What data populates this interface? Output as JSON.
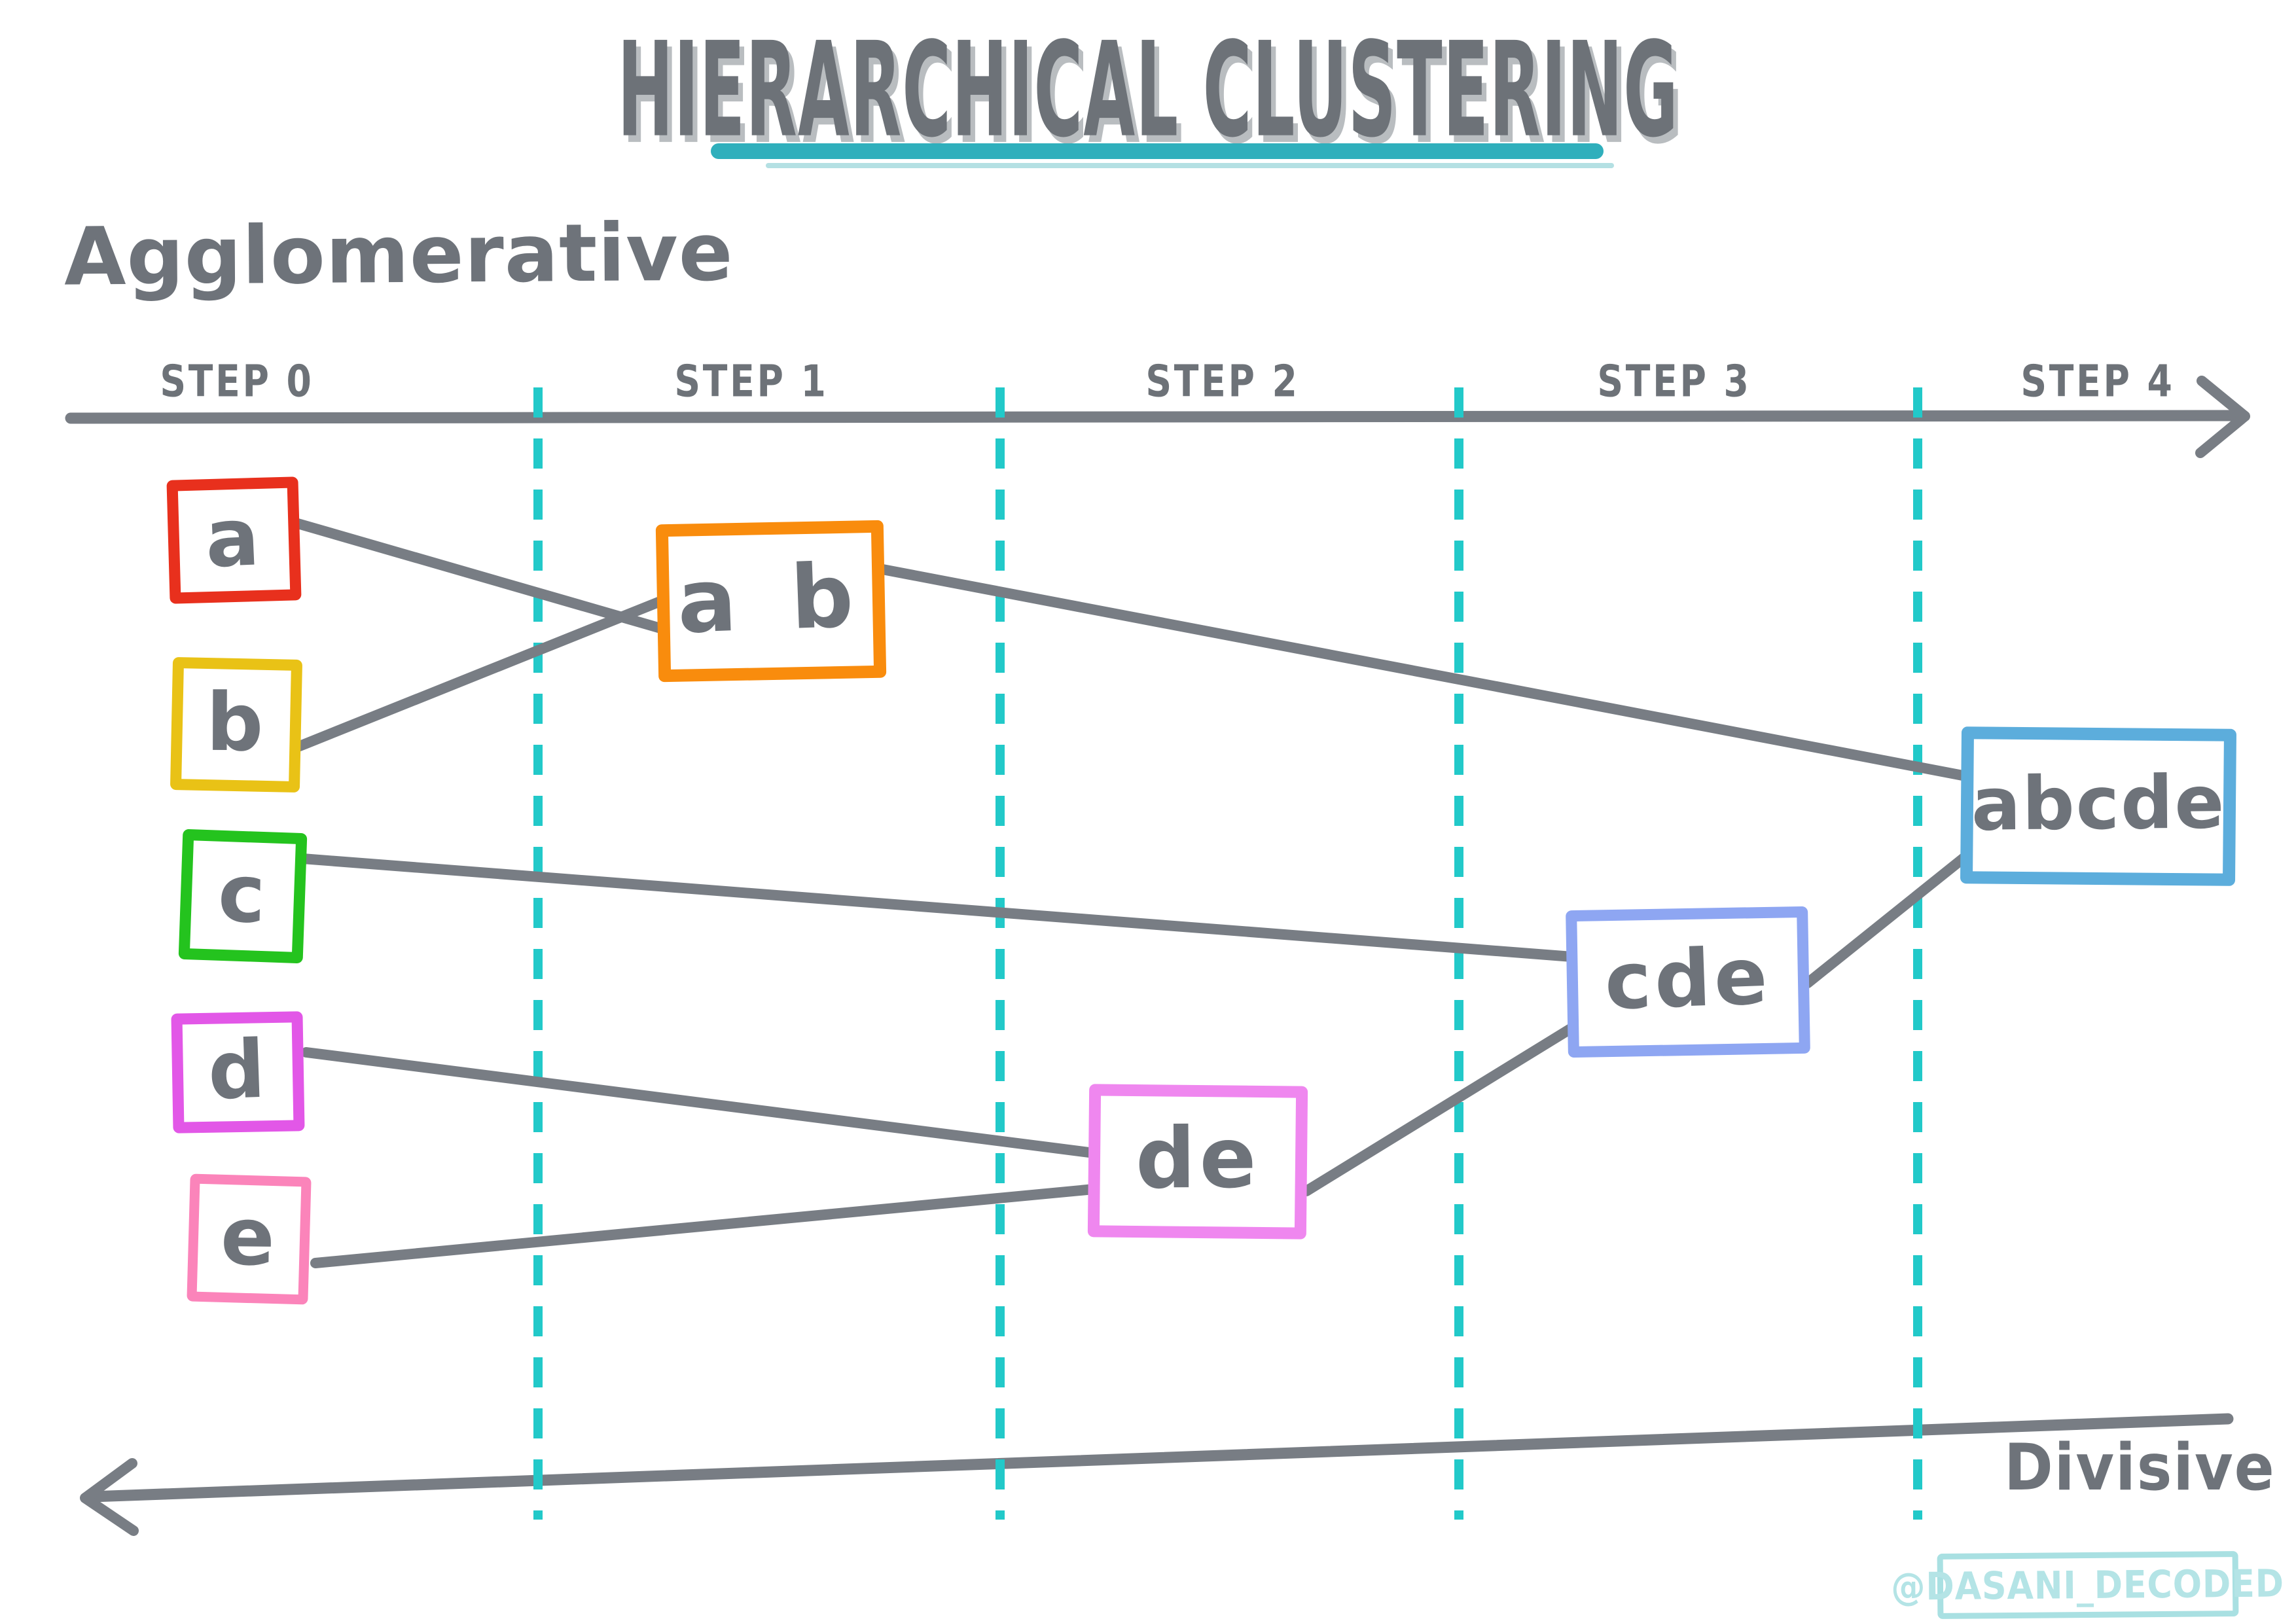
{
  "title": {
    "text": "HIERARCHICAL CLUSTERING"
  },
  "labels": {
    "agglomerative": "Agglomerative",
    "divisive": "Divisive"
  },
  "timeline": {
    "steps": [
      "STEP 0",
      "STEP 1",
      "STEP 2",
      "STEP 3",
      "STEP 4"
    ],
    "direction_top": "left-to-right",
    "direction_bottom": "right-to-left"
  },
  "clusters": {
    "a": {
      "label": "a",
      "color": "#e8301d"
    },
    "b": {
      "label": "b",
      "color": "#e9c216"
    },
    "c": {
      "label": "c",
      "color": "#24c31e"
    },
    "d": {
      "label": "d",
      "color": "#e257e7"
    },
    "e": {
      "label": "e",
      "color": "#fb84ba"
    },
    "ab": {
      "label": "a b",
      "color": "#f98c0d"
    },
    "de": {
      "label": "de",
      "color": "#ef87ef"
    },
    "cde": {
      "label": "cde",
      "color": "#8ea6f2"
    },
    "abcde": {
      "label": "abcde",
      "color": "#5caddc"
    }
  },
  "merges": [
    {
      "step": "STEP 0",
      "clusters": [
        "a",
        "b",
        "c",
        "d",
        "e"
      ]
    },
    {
      "step": "STEP 1",
      "merge": [
        "a",
        "b"
      ],
      "result": "ab"
    },
    {
      "step": "STEP 2",
      "merge": [
        "d",
        "e"
      ],
      "result": "de"
    },
    {
      "step": "STEP 3",
      "merge": [
        "c",
        "de"
      ],
      "result": "cde"
    },
    {
      "step": "STEP 4",
      "merge": [
        "ab",
        "cde"
      ],
      "result": "abcde"
    }
  ],
  "edges": [
    {
      "from": "a",
      "to": "ab"
    },
    {
      "from": "b",
      "to": "ab"
    },
    {
      "from": "c",
      "to": "cde"
    },
    {
      "from": "d",
      "to": "de"
    },
    {
      "from": "e",
      "to": "de"
    },
    {
      "from": "de",
      "to": "cde"
    },
    {
      "from": "ab",
      "to": "abcde"
    },
    {
      "from": "cde",
      "to": "abcde"
    }
  ],
  "watermark": {
    "text": "@DASANI_DECODED"
  },
  "colors": {
    "ink_gray": "#6e737a",
    "line_gray": "#787d84",
    "title_shadow": "#b9bdc0",
    "underline_teal": "#2fafbc",
    "divider_teal": "#22c9c9",
    "watermark_teal": "#a9e0e2"
  }
}
